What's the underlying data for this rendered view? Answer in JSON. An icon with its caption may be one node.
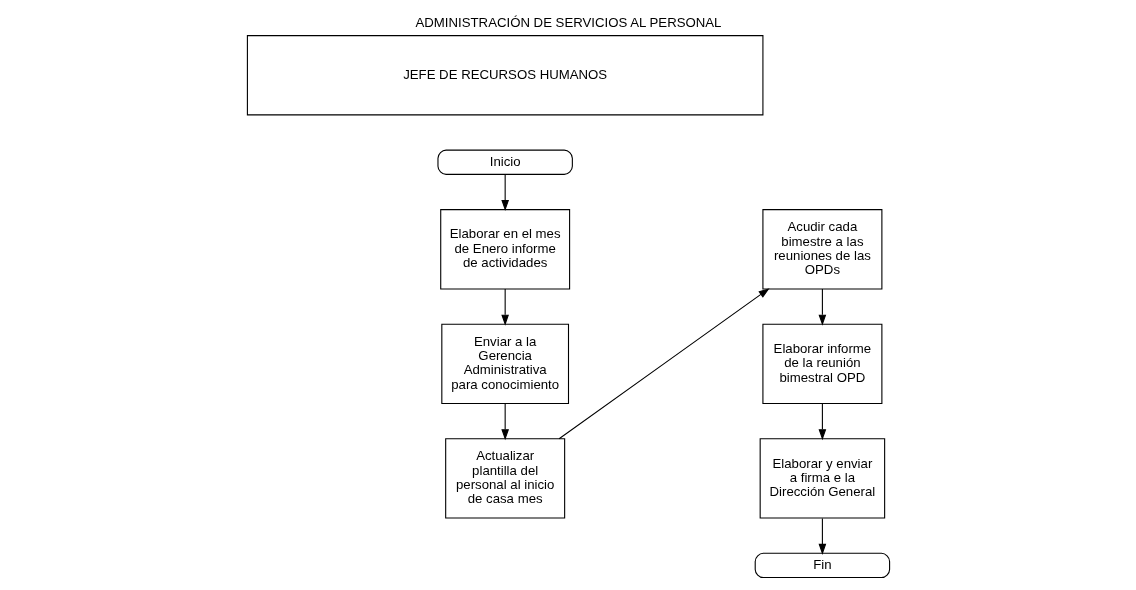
{
  "diagram": {
    "title": "ADMINISTRACIÓN DE SERVICIOS AL PERSONAL",
    "nodes": [
      {
        "text": [
          "JEFE DE RECURSOS HUMANOS"
        ]
      },
      {
        "text": [
          "Inicio"
        ]
      },
      {
        "text": [
          "Elaborar en el mes de Enero informe de actividades"
        ]
      },
      {
        "text": [
          "Enviar a la Gerencia Administrativa para conocimiento"
        ]
      },
      {
        "text": [
          "Actualizar plantilla del personal al inicio de casa mes"
        ]
      },
      {
        "text": [
          "Acudir cada bimestre a las reuniones de las OPDs"
        ]
      },
      {
        "text": [
          "Elaborar informe de la reunión bimestral OPD"
        ]
      },
      {
        "text": [
          "Elaborar y enviar a firma e la Dirección General"
        ]
      },
      {
        "text": [
          "Fin"
        ]
      }
    ],
    "edges": [
      {
        "from": 1,
        "to": 2,
        "arrow": "to"
      },
      {
        "from": 2,
        "to": 3,
        "arrow": "to"
      },
      {
        "from": 3,
        "to": 4,
        "arrow": "to"
      },
      {
        "from": 4,
        "to": 5,
        "arrow": "to"
      },
      {
        "from": 5,
        "to": 6,
        "arrow": "to"
      },
      {
        "from": 6,
        "to": 7,
        "arrow": "to"
      },
      {
        "from": 7,
        "to": 8,
        "arrow": "to"
      }
    ]
  }
}
